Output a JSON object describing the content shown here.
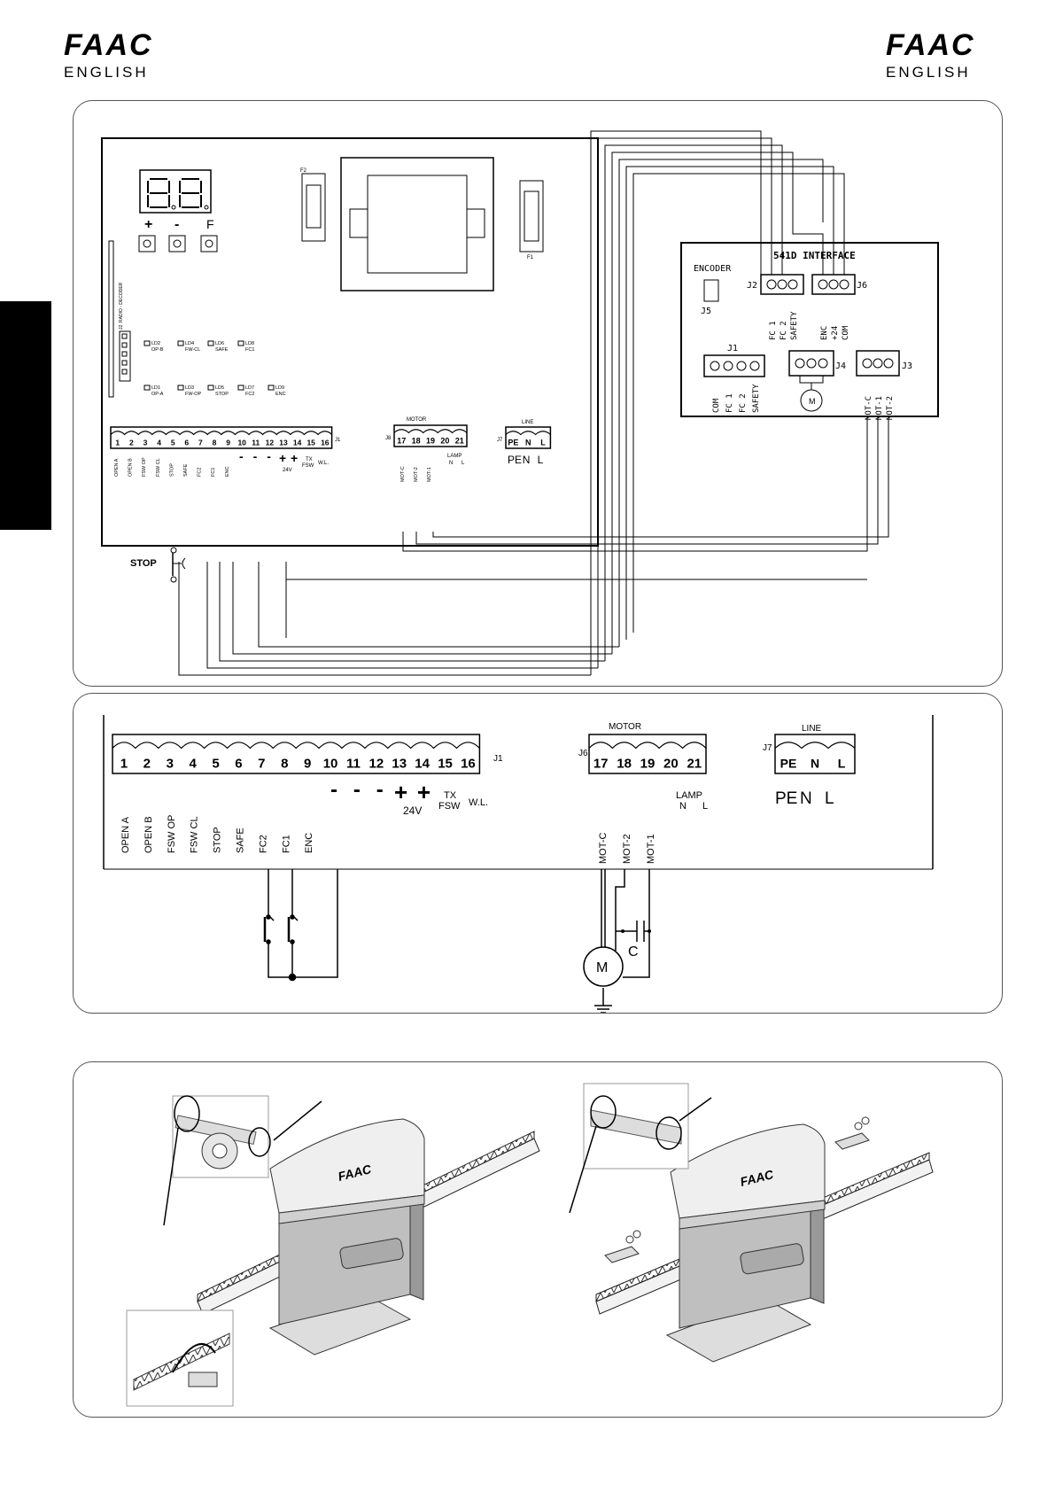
{
  "header": {
    "left": {
      "logo": "FAAC",
      "lang": "ENGLISH"
    },
    "right": {
      "logo": "FAAC",
      "lang": "ENGLISH"
    }
  },
  "fig1": {
    "buttons": [
      "+",
      "-",
      "F"
    ],
    "fuses": [
      "F2",
      "F1"
    ],
    "radio_label": "RADIO - DECODER",
    "radio_conn": "J2",
    "leds_top": [
      {
        "id": "LD2",
        "name": "OP-B"
      },
      {
        "id": "LD4",
        "name": "FW-CL"
      },
      {
        "id": "LD6",
        "name": "SAFE"
      },
      {
        "id": "LD8",
        "name": "FC1"
      }
    ],
    "leds_bottom": [
      {
        "id": "LD1",
        "name": "OP-A"
      },
      {
        "id": "LD3",
        "name": "FW-OP"
      },
      {
        "id": "LD5",
        "name": "STOP"
      },
      {
        "id": "LD7",
        "name": "FC2"
      },
      {
        "id": "LD9",
        "name": "ENC"
      }
    ],
    "j1_terminals": [
      "1",
      "2",
      "3",
      "4",
      "5",
      "6",
      "7",
      "8",
      "9",
      "10",
      "11",
      "12",
      "13",
      "14",
      "15",
      "16"
    ],
    "j1_label": "J1",
    "j1_funcs": [
      "OPEN A",
      "OPEN B",
      "FSW OP",
      "FSW CL",
      "STOP",
      "SAFE",
      "FC2",
      "FC1",
      "ENC"
    ],
    "j1_minus": [
      "-",
      "-",
      "-"
    ],
    "j1_plus": [
      "+",
      "+"
    ],
    "j1_24v": "24V",
    "j1_tx": "TX",
    "j1_fsw": "FSW",
    "j1_wl": "W.L.",
    "motor_title": "MOTOR",
    "j8_label": "J8",
    "j8_terminals": [
      "17",
      "18",
      "19",
      "20",
      "21"
    ],
    "j8_funcs": [
      "MOT-C",
      "MOT-2",
      "MOT-1"
    ],
    "lamp": "LAMP",
    "lamp_nl": [
      "N",
      "L"
    ],
    "line_title": "LINE",
    "j7_label": "J7",
    "j7_terminals": [
      "PE",
      "N",
      "L"
    ],
    "stop_label": "STOP",
    "iface": {
      "encoder": "ENCODER",
      "title": "541D INTERFACE",
      "j2": "J2",
      "j6": "J6",
      "j5": "J5",
      "j1": "J1",
      "j4": "J4",
      "j3": "J3",
      "j2_labels": [
        "FC 1",
        "FC 2",
        "SAFETY"
      ],
      "j6_labels": [
        "ENC",
        "+24",
        "COM"
      ],
      "j1_labels": [
        "COM",
        "FC 1",
        "FC 2",
        "SAFETY"
      ],
      "j3_labels": [
        "MOT-C",
        "MOT-1",
        "MOT-2"
      ],
      "motor": "M"
    }
  },
  "fig2": {
    "j1_terminals": [
      "1",
      "2",
      "3",
      "4",
      "5",
      "6",
      "7",
      "8",
      "9",
      "10",
      "11",
      "12",
      "13",
      "14",
      "15",
      "16"
    ],
    "j1_label": "J1",
    "j1_funcs": [
      "OPEN A",
      "OPEN B",
      "FSW OP",
      "FSW CL",
      "STOP",
      "SAFE",
      "FC2",
      "FC1",
      "ENC"
    ],
    "minus": [
      "-",
      "-",
      "-"
    ],
    "plus": [
      "+",
      "+"
    ],
    "v24": "24V",
    "tx": "TX",
    "fsw": "FSW",
    "wl": "W.L.",
    "motor_title": "MOTOR",
    "j6_label": "J6",
    "j6_terminals": [
      "17",
      "18",
      "19",
      "20",
      "21"
    ],
    "j6_funcs": [
      "MOT-C",
      "MOT-2",
      "MOT-1"
    ],
    "lamp": "LAMP",
    "lamp_nl": [
      "N",
      "L"
    ],
    "line_title": "LINE",
    "j7_label": "J7",
    "j7_terminals": [
      "PE",
      "N",
      "L"
    ],
    "line_below": [
      "PE",
      "N",
      "L"
    ],
    "motor_symbol": "M",
    "capacitor": "C"
  },
  "fig3": {
    "logo_left": "FAAC",
    "logo_right": "FAAC"
  }
}
